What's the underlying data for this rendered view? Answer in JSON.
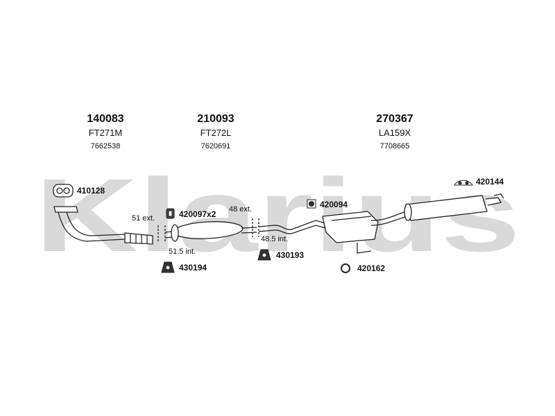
{
  "watermark": "Klarius",
  "sections": [
    {
      "part_number": "140083",
      "model": "FT271M",
      "oe_number": "7662538"
    },
    {
      "part_number": "210093",
      "model": "FT272L",
      "oe_number": "7620691"
    },
    {
      "part_number": "270367",
      "model": "LA159X",
      "oe_number": "7708665"
    }
  ],
  "fittings": {
    "gasket": "410128",
    "clamp_left": "420097x2",
    "rubber_mount_mid": "420094",
    "rubber_mount_right": "420144",
    "hanger_left": "430194",
    "hanger_mid": "430193",
    "ring": "420162"
  },
  "measurements": {
    "ext_left": "51 ext.",
    "int_left": "51.5 int.",
    "ext_mid": "48 ext.",
    "int_mid": "48.5 int."
  },
  "colors": {
    "watermark": "#d9d9d9",
    "line": "#222222"
  }
}
